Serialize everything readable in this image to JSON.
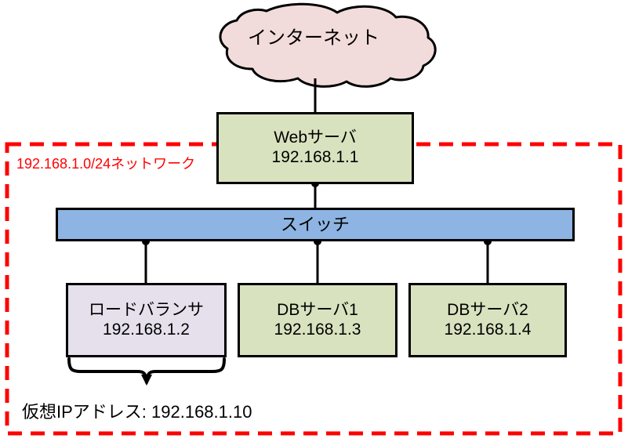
{
  "diagram": {
    "title_text": "192.168.1.0/24ネットワーク",
    "cloud": {
      "label": "インターネット",
      "icon": "cloud-icon",
      "fill": "#f2dcdb",
      "stroke": "#000000"
    },
    "zone": {
      "label": "192.168.1.0/24ネットワーク",
      "border_color": "#ff0000",
      "border_style": "dashed"
    },
    "nodes": [
      {
        "id": "web-server",
        "title": "Webサーバ",
        "ip": "192.168.1.1",
        "fill": "#d9e2bf",
        "stroke": "#000000"
      },
      {
        "id": "switch",
        "title": "スイッチ",
        "ip": "",
        "fill": "#8db4e2",
        "stroke": "#000000"
      },
      {
        "id": "load-balancer",
        "title": "ロードバランサ",
        "ip": "192.168.1.2",
        "fill": "#e6e0ec",
        "stroke": "#000000"
      },
      {
        "id": "db-server-1",
        "title": "DBサーバ1",
        "ip": "192.168.1.3",
        "fill": "#d9e2bf",
        "stroke": "#000000"
      },
      {
        "id": "db-server-2",
        "title": "DBサーバ2",
        "ip": "192.168.1.4",
        "fill": "#d9e2bf",
        "stroke": "#000000"
      }
    ],
    "annotation": {
      "brace_label": "仮想IPアドレス: 192.168.1.10",
      "brace_icon": "curly-brace-icon"
    }
  }
}
